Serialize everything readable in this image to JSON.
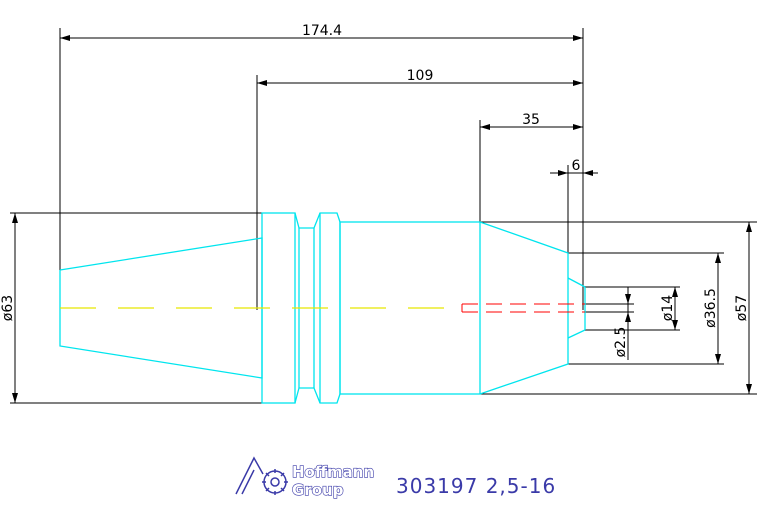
{
  "drawing": {
    "dimensions": {
      "overall_length": "174.4",
      "shank_length": "109",
      "nose_length": "35",
      "nut_offset": "6",
      "diameter_63": "ø63",
      "diameter_57": "ø57",
      "diameter_36_5": "ø36.5",
      "diameter_14": "ø14",
      "diameter_2_5": "ø2.5"
    }
  },
  "logo": {
    "brand_line1": "Hoffmann",
    "brand_line2": "Group"
  },
  "part": {
    "code": "303197  2,5-16"
  },
  "colors": {
    "outline": "#00e5ee",
    "dimension": "#000000",
    "centerline": "#e6e600",
    "hidden": "#ff0000",
    "brand": "#3a3aa8"
  }
}
